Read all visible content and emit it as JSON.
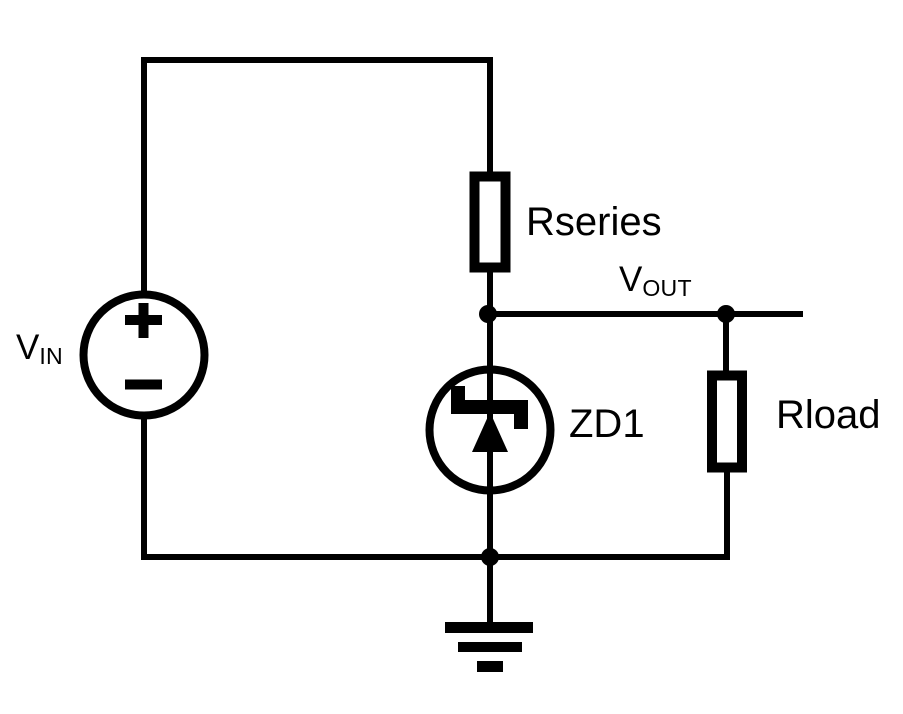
{
  "diagram": {
    "kind": "circuit-schematic",
    "colors": {
      "background": "#ffffff",
      "ink": "#000000"
    },
    "labels": {
      "source": {
        "main": "V",
        "sub": "IN"
      },
      "output": {
        "main": "V",
        "sub": "OUT"
      },
      "series_resistor": "Rseries",
      "zener": "ZD1",
      "load_resistor": "Rload"
    },
    "components": [
      {
        "name": "vin-voltage-source",
        "symbol": "circle-with-plus-minus",
        "label": "VIN"
      },
      {
        "name": "rseries-resistor",
        "symbol": "rectangle-resistor",
        "label": "Rseries"
      },
      {
        "name": "zd1-zener-diode",
        "symbol": "circled-zener-diode",
        "label": "ZD1"
      },
      {
        "name": "rload-resistor",
        "symbol": "rectangle-resistor",
        "label": "Rload"
      },
      {
        "name": "ground",
        "symbol": "three-bar-ground",
        "label": ""
      }
    ]
  }
}
